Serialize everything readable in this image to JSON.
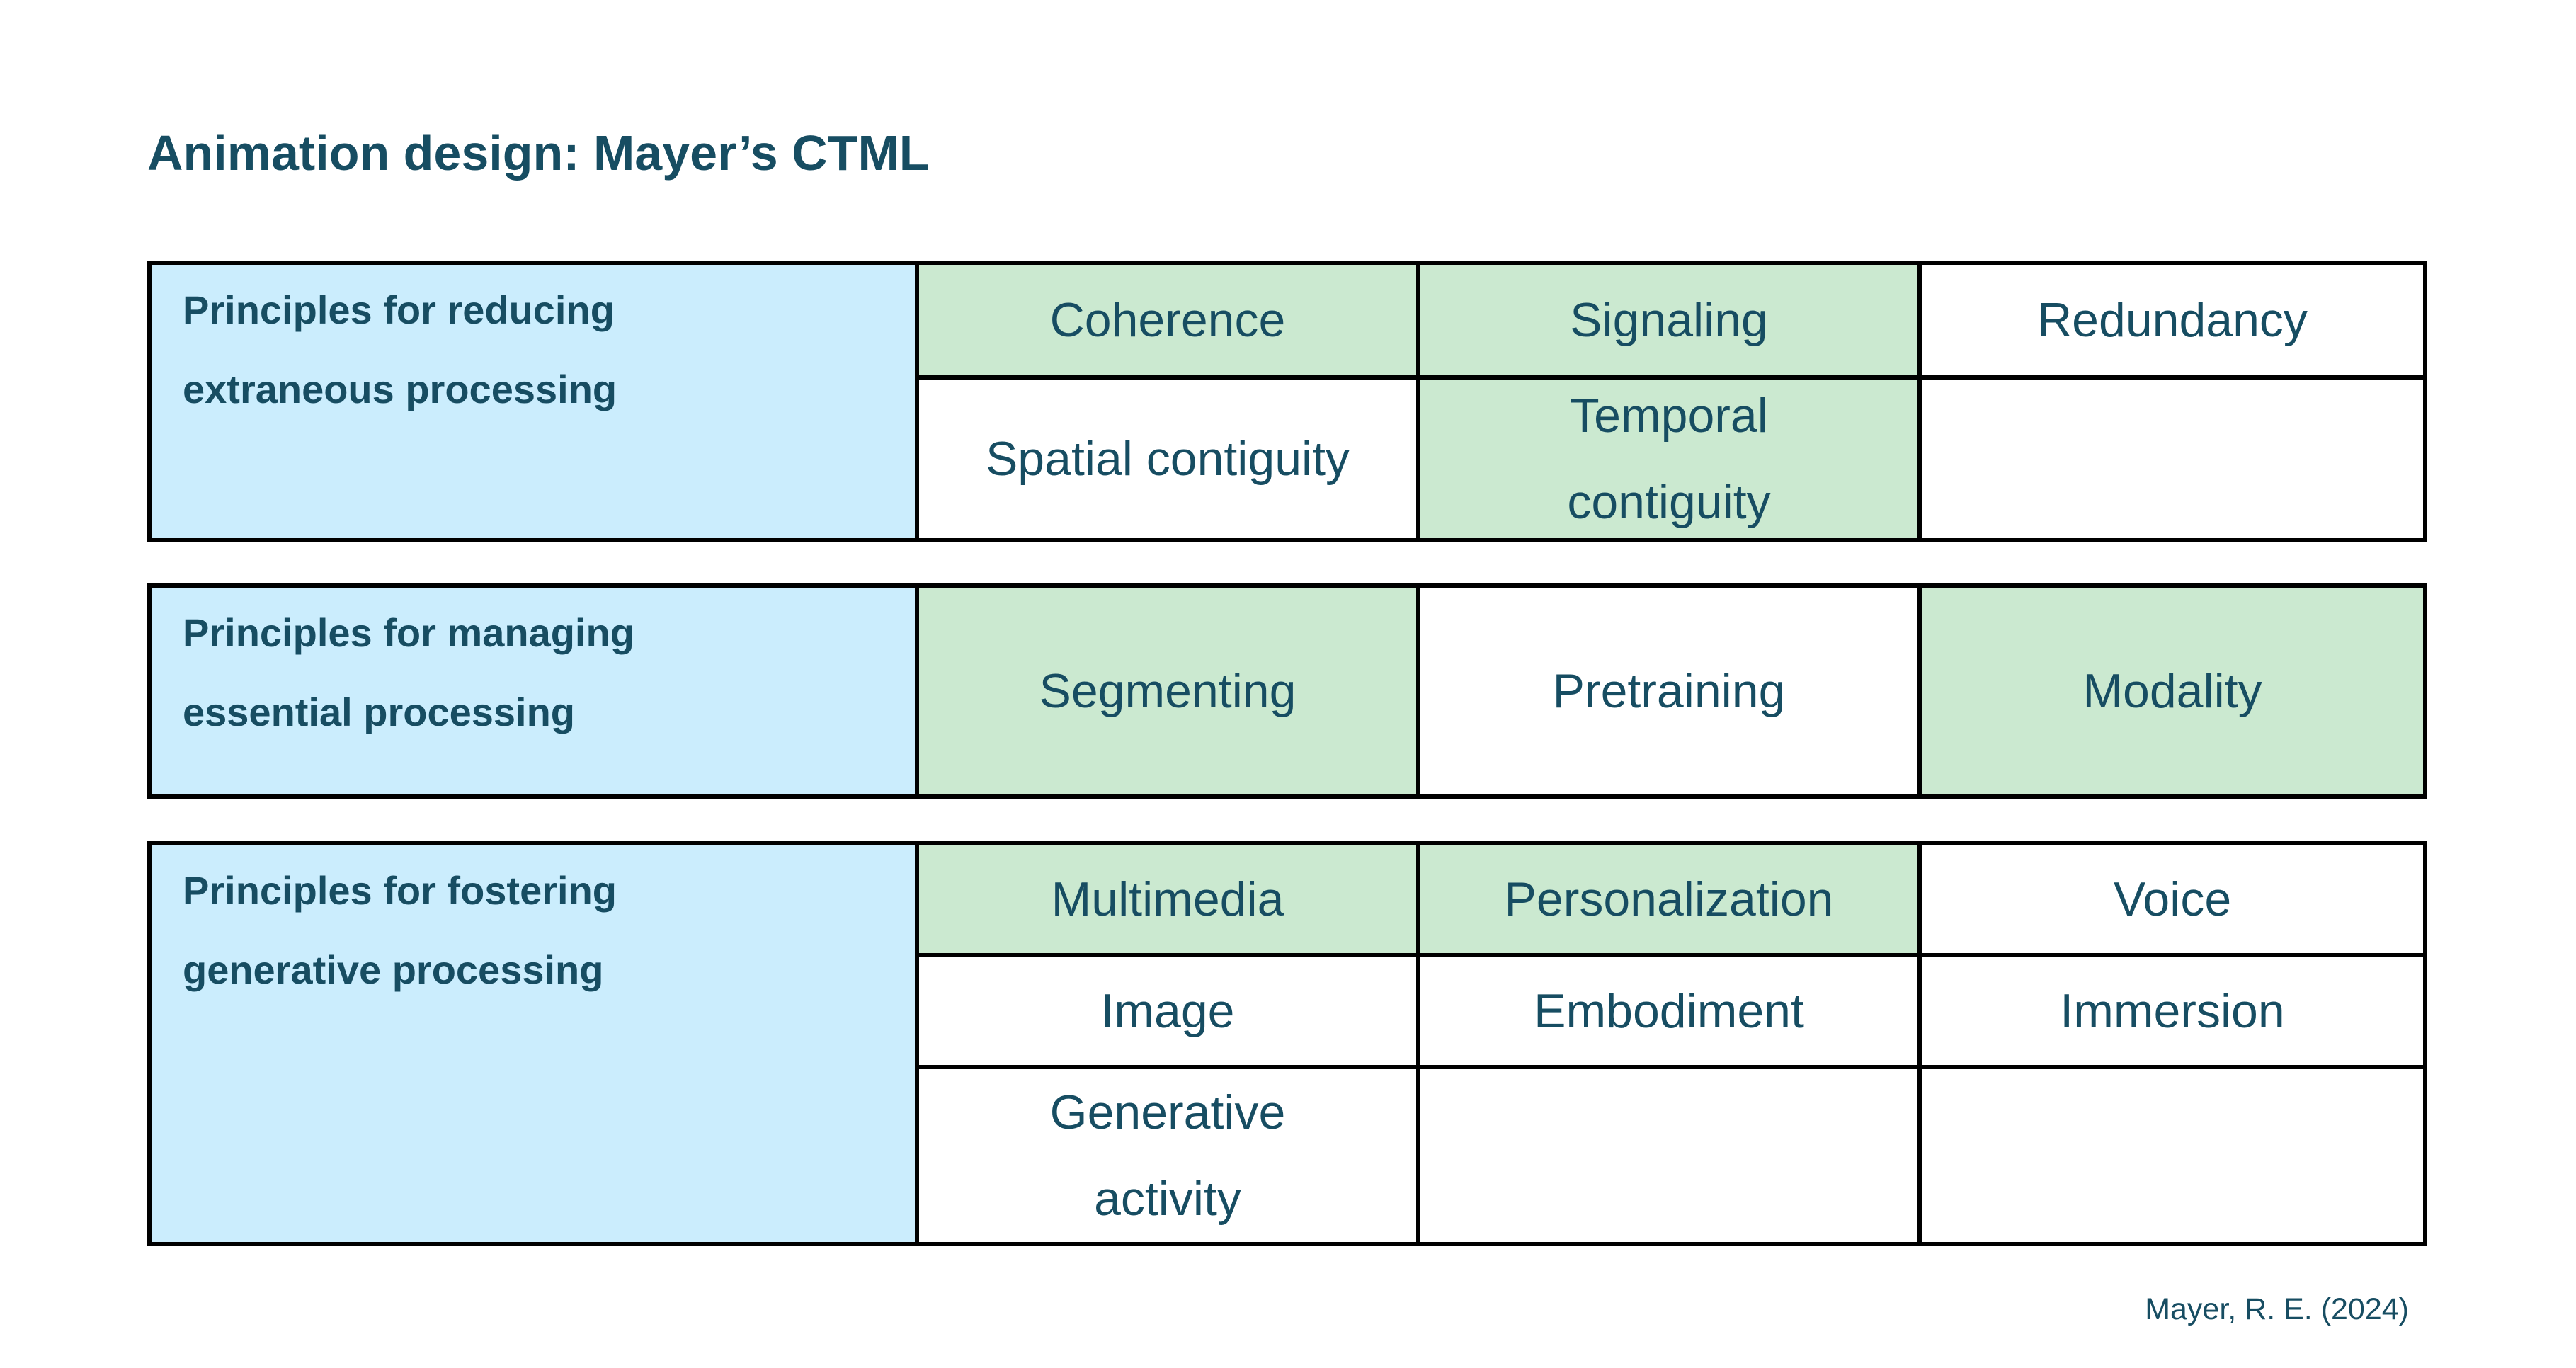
{
  "title": "Animation design: Mayer’s CTML",
  "citation": "Mayer, R. E. (2024)",
  "colors": {
    "text": "#174D62",
    "header_fill": "#CBEDFD",
    "highlight_fill": "#CBE9D0",
    "plain_fill": "#FFFFFF",
    "border": "#000000",
    "background": "#FFFFFF"
  },
  "tables": [
    {
      "header": "Principles for reducing extraneous processing",
      "rows": [
        [
          {
            "label": "Coherence",
            "highlighted": true
          },
          {
            "label": "Signaling",
            "highlighted": true
          },
          {
            "label": "Redundancy",
            "highlighted": false
          }
        ],
        [
          {
            "label": "Spatial contiguity",
            "highlighted": false
          },
          {
            "label": "Temporal contiguity",
            "highlighted": true
          },
          {
            "label": "",
            "highlighted": false
          }
        ]
      ]
    },
    {
      "header": "Principles for managing essential processing",
      "rows": [
        [
          {
            "label": "Segmenting",
            "highlighted": true
          },
          {
            "label": "Pretraining",
            "highlighted": false
          },
          {
            "label": "Modality",
            "highlighted": true
          }
        ]
      ]
    },
    {
      "header": "Principles for fostering generative processing",
      "rows": [
        [
          {
            "label": "Multimedia",
            "highlighted": true
          },
          {
            "label": "Personalization",
            "highlighted": true
          },
          {
            "label": "Voice",
            "highlighted": false
          }
        ],
        [
          {
            "label": "Image",
            "highlighted": false
          },
          {
            "label": "Embodiment",
            "highlighted": false
          },
          {
            "label": "Immersion",
            "highlighted": false
          }
        ],
        [
          {
            "label": "Generative activity",
            "highlighted": false
          },
          {
            "label": "",
            "highlighted": false
          },
          {
            "label": "",
            "highlighted": false
          }
        ]
      ]
    }
  ]
}
